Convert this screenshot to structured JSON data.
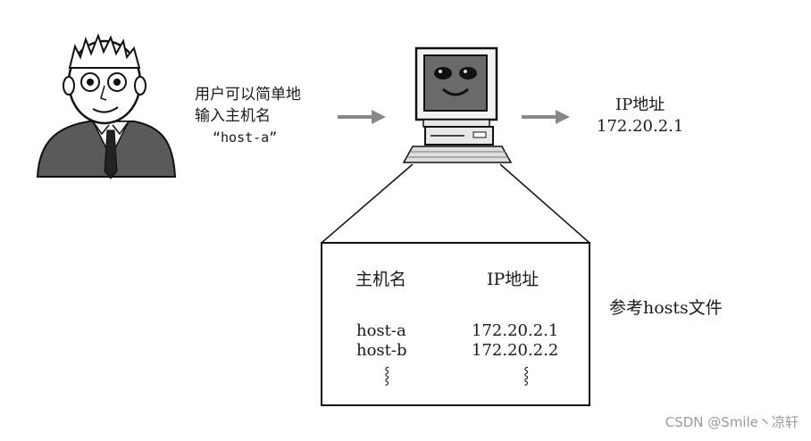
{
  "user_note": {
    "line1": "用户可以简单地",
    "line2": "输入主机名",
    "line3": "“host-a”"
  },
  "output": {
    "label": "IP地址",
    "ip": "172.20.2.1"
  },
  "hosts_table": {
    "header_host": "主机名",
    "header_ip": "IP地址",
    "rows": [
      {
        "host": "host-a",
        "ip": "172.20.2.1"
      },
      {
        "host": "host-b",
        "ip": "172.20.2.2"
      }
    ],
    "continuation": "⸾"
  },
  "reference_note": "参考hosts文件",
  "watermark": "CSDN @Smile丶凉轩"
}
